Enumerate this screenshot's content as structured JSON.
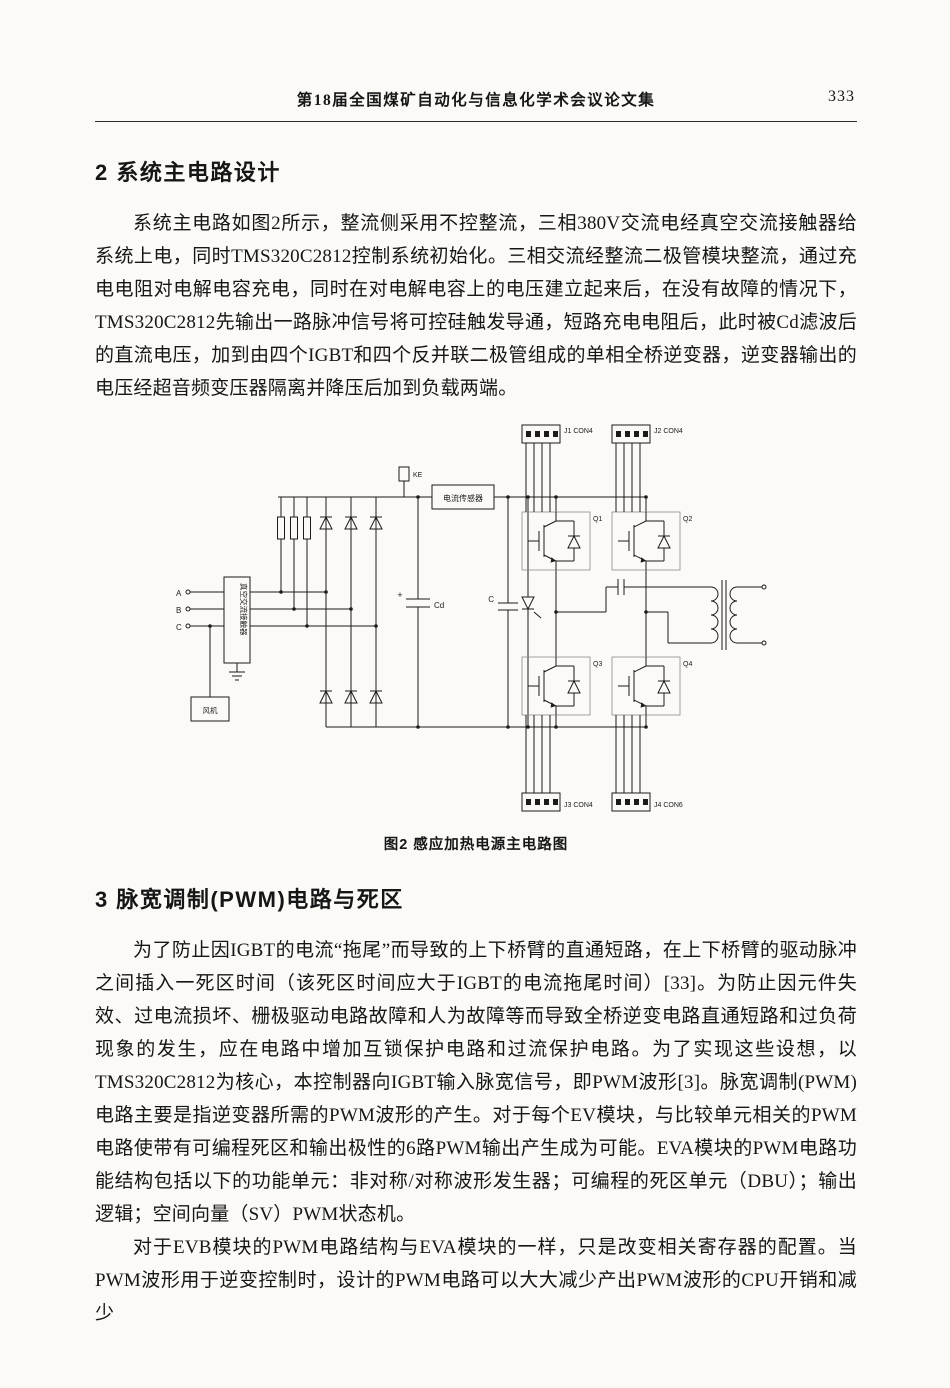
{
  "header": {
    "title": "第18届全国煤矿自动化与信息化学术会议论文集",
    "page_number": "333"
  },
  "section2": {
    "heading": "2  系统主电路设计",
    "paragraph": "系统主电路如图2所示，整流侧采用不控整流，三相380V交流电经真空交流接触器给系统上电，同时TMS320C2812控制系统初始化。三相交流经整流二极管模块整流，通过充电电阻对电解电容充电，同时在对电解电容上的电压建立起来后，在没有故障的情况下，TMS320C2812先输出一路脉冲信号将可控硅触发导通，短路充电电阻后，此时被Cd滤波后的直流电压，加到由四个IGBT和四个反并联二极管组成的单相全桥逆变器，逆变器输出的电压经超音频变压器隔离并降压后加到负载两端。"
  },
  "figure": {
    "caption": "图2  感应加热电源主电路图",
    "labels": {
      "phase_a": "A",
      "phase_b": "B",
      "phase_c": "C",
      "contactor": "真空交流接触器",
      "fan": "风机",
      "ke": "KE",
      "sensor": "电流传感器",
      "plus": "+",
      "cd": "Cd",
      "c": "C",
      "q1": "Q1",
      "q2": "Q2",
      "q3": "Q3",
      "q4": "Q4",
      "con1": "J1 CON4",
      "con2": "J2 CON4",
      "con3": "J3 CON4",
      "con4": "J4 CON6"
    }
  },
  "section3": {
    "heading": "3  脉宽调制(PWM)电路与死区",
    "paragraph1": "为了防止因IGBT的电流“拖尾”而导致的上下桥臂的直通短路，在上下桥臂的驱动脉冲之间插入一死区时间（该死区时间应大于IGBT的电流拖尾时间）[33]。为防止因元件失效、过电流损坏、栅极驱动电路故障和人为故障等而导致全桥逆变电路直通短路和过负荷现象的发生，应在电路中增加互锁保护电路和过流保护电路。为了实现这些设想，以TMS320C2812为核心，本控制器向IGBT输入脉宽信号，即PWM波形[3]。脉宽调制(PWM)电路主要是指逆变器所需的PWM波形的产生。对于每个EV模块，与比较单元相关的PWM电路使带有可编程死区和输出极性的6路PWM输出产生成为可能。EVA模块的PWM电路功能结构包括以下的功能单元：非对称/对称波形发生器；可编程的死区单元（DBU）；输出逻辑；空间向量（SV）PWM状态机。",
    "paragraph2": "对于EVB模块的PWM电路结构与EVA模块的一样，只是改变相关寄存器的配置。当PWM波形用于逆变控制时，设计的PWM电路可以大大减少产出PWM波形的CPU开销和减少"
  }
}
